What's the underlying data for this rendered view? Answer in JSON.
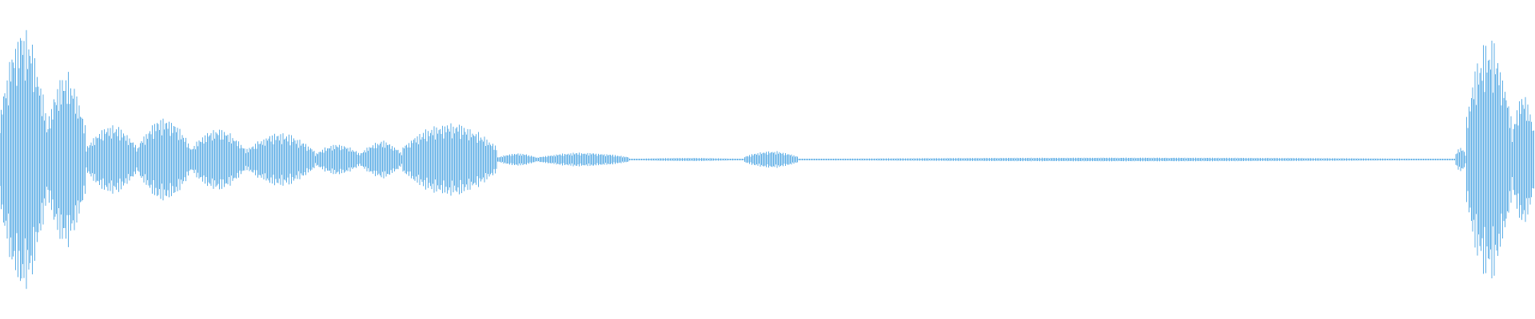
{
  "waveform": {
    "color": "#5daee6",
    "background": "#ffffff",
    "segments": [
      {
        "start": 0.0,
        "end": 0.03,
        "peak": 0.86
      },
      {
        "start": 0.03,
        "end": 0.056,
        "peak": 0.56
      },
      {
        "start": 0.056,
        "end": 0.09,
        "peak": 0.22
      },
      {
        "start": 0.09,
        "end": 0.124,
        "peak": 0.27
      },
      {
        "start": 0.124,
        "end": 0.16,
        "peak": 0.2
      },
      {
        "start": 0.16,
        "end": 0.205,
        "peak": 0.17
      },
      {
        "start": 0.205,
        "end": 0.235,
        "peak": 0.1
      },
      {
        "start": 0.235,
        "end": 0.262,
        "peak": 0.12
      },
      {
        "start": 0.262,
        "end": 0.324,
        "peak": 0.24
      },
      {
        "start": 0.324,
        "end": 0.35,
        "peak": 0.04
      },
      {
        "start": 0.35,
        "end": 0.41,
        "peak": 0.045
      },
      {
        "start": 0.41,
        "end": 0.485,
        "peak": 0.01
      },
      {
        "start": 0.485,
        "end": 0.52,
        "peak": 0.055
      },
      {
        "start": 0.52,
        "end": 0.948,
        "peak": 0.012
      },
      {
        "start": 0.948,
        "end": 0.955,
        "peak": 0.08
      },
      {
        "start": 0.955,
        "end": 0.985,
        "peak": 0.78
      },
      {
        "start": 0.985,
        "end": 1.0,
        "peak": 0.44
      }
    ]
  }
}
